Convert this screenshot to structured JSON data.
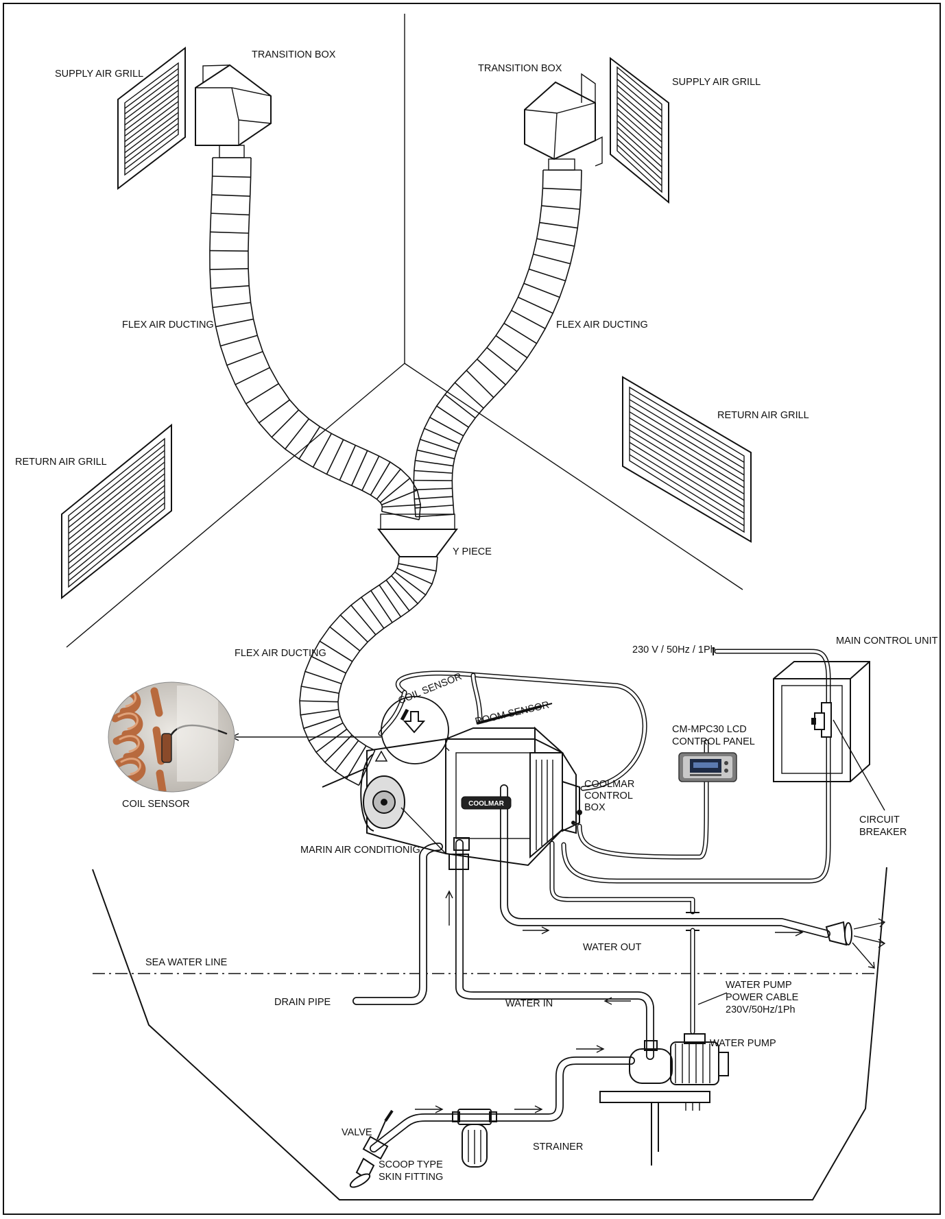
{
  "labels": {
    "transition_box_left": "TRANSITION BOX",
    "transition_box_right": "TRANSITION BOX",
    "supply_air_grill_left": "SUPPLY AIR GRILL",
    "supply_air_grill_right": "SUPPLY AIR GRILL",
    "flex_air_ducting_left": "FLEX AIR DUCTING",
    "flex_air_ducting_right": "FLEX AIR DUCTING",
    "flex_air_ducting_bottom": "FLEX AIR DUCTING",
    "return_air_grill_left": "RETURN AIR GRILL",
    "return_air_grill_right": "RETURN AIR GRILL",
    "y_piece": "Y PIECE",
    "power_supply": "230 V / 50Hz / 1Ph",
    "main_control_unit": "MAIN CONTROL UNIT",
    "coil_sensor_top": "COIL SENSOR",
    "room_sensor": "ROOM SENSOR",
    "lcd_panel_line1": "CM-MPC30 LCD",
    "lcd_panel_line2": "CONTROL PANEL",
    "coolmar_box_line1": "COOLMAR",
    "coolmar_box_line2": "CONTROL",
    "coolmar_box_line3": "BOX",
    "coil_sensor_photo": "COIL SENSOR",
    "circuit_breaker_line1": "CIRCUIT",
    "circuit_breaker_line2": "BREAKER",
    "marin_ac": "MARIN AIR CONDITIONIG",
    "water_out": "WATER OUT",
    "sea_water_line": "SEA WATER LINE",
    "drain_pipe": "DRAIN PIPE",
    "water_in": "WATER IN",
    "water_pump_cable_line1": "WATER PUMP",
    "water_pump_cable_line2": "POWER CABLE",
    "water_pump_cable_line3": "230V/50Hz/1Ph",
    "water_pump": "WATER PUMP",
    "valve": "VALVE",
    "strainer": "STRAINER",
    "scoop_line1": "SCOOP TYPE",
    "scoop_line2": "SKIN FITTING"
  },
  "unit_brand": "COOLMAR",
  "colors": {
    "line": "#111111",
    "copper": "#b86a3e",
    "copper_light": "#e0a27a",
    "photo_bg": "#d6d2cc",
    "lcd_frame": "#7d7d7d",
    "lcd_screen": "#1d2a44"
  }
}
